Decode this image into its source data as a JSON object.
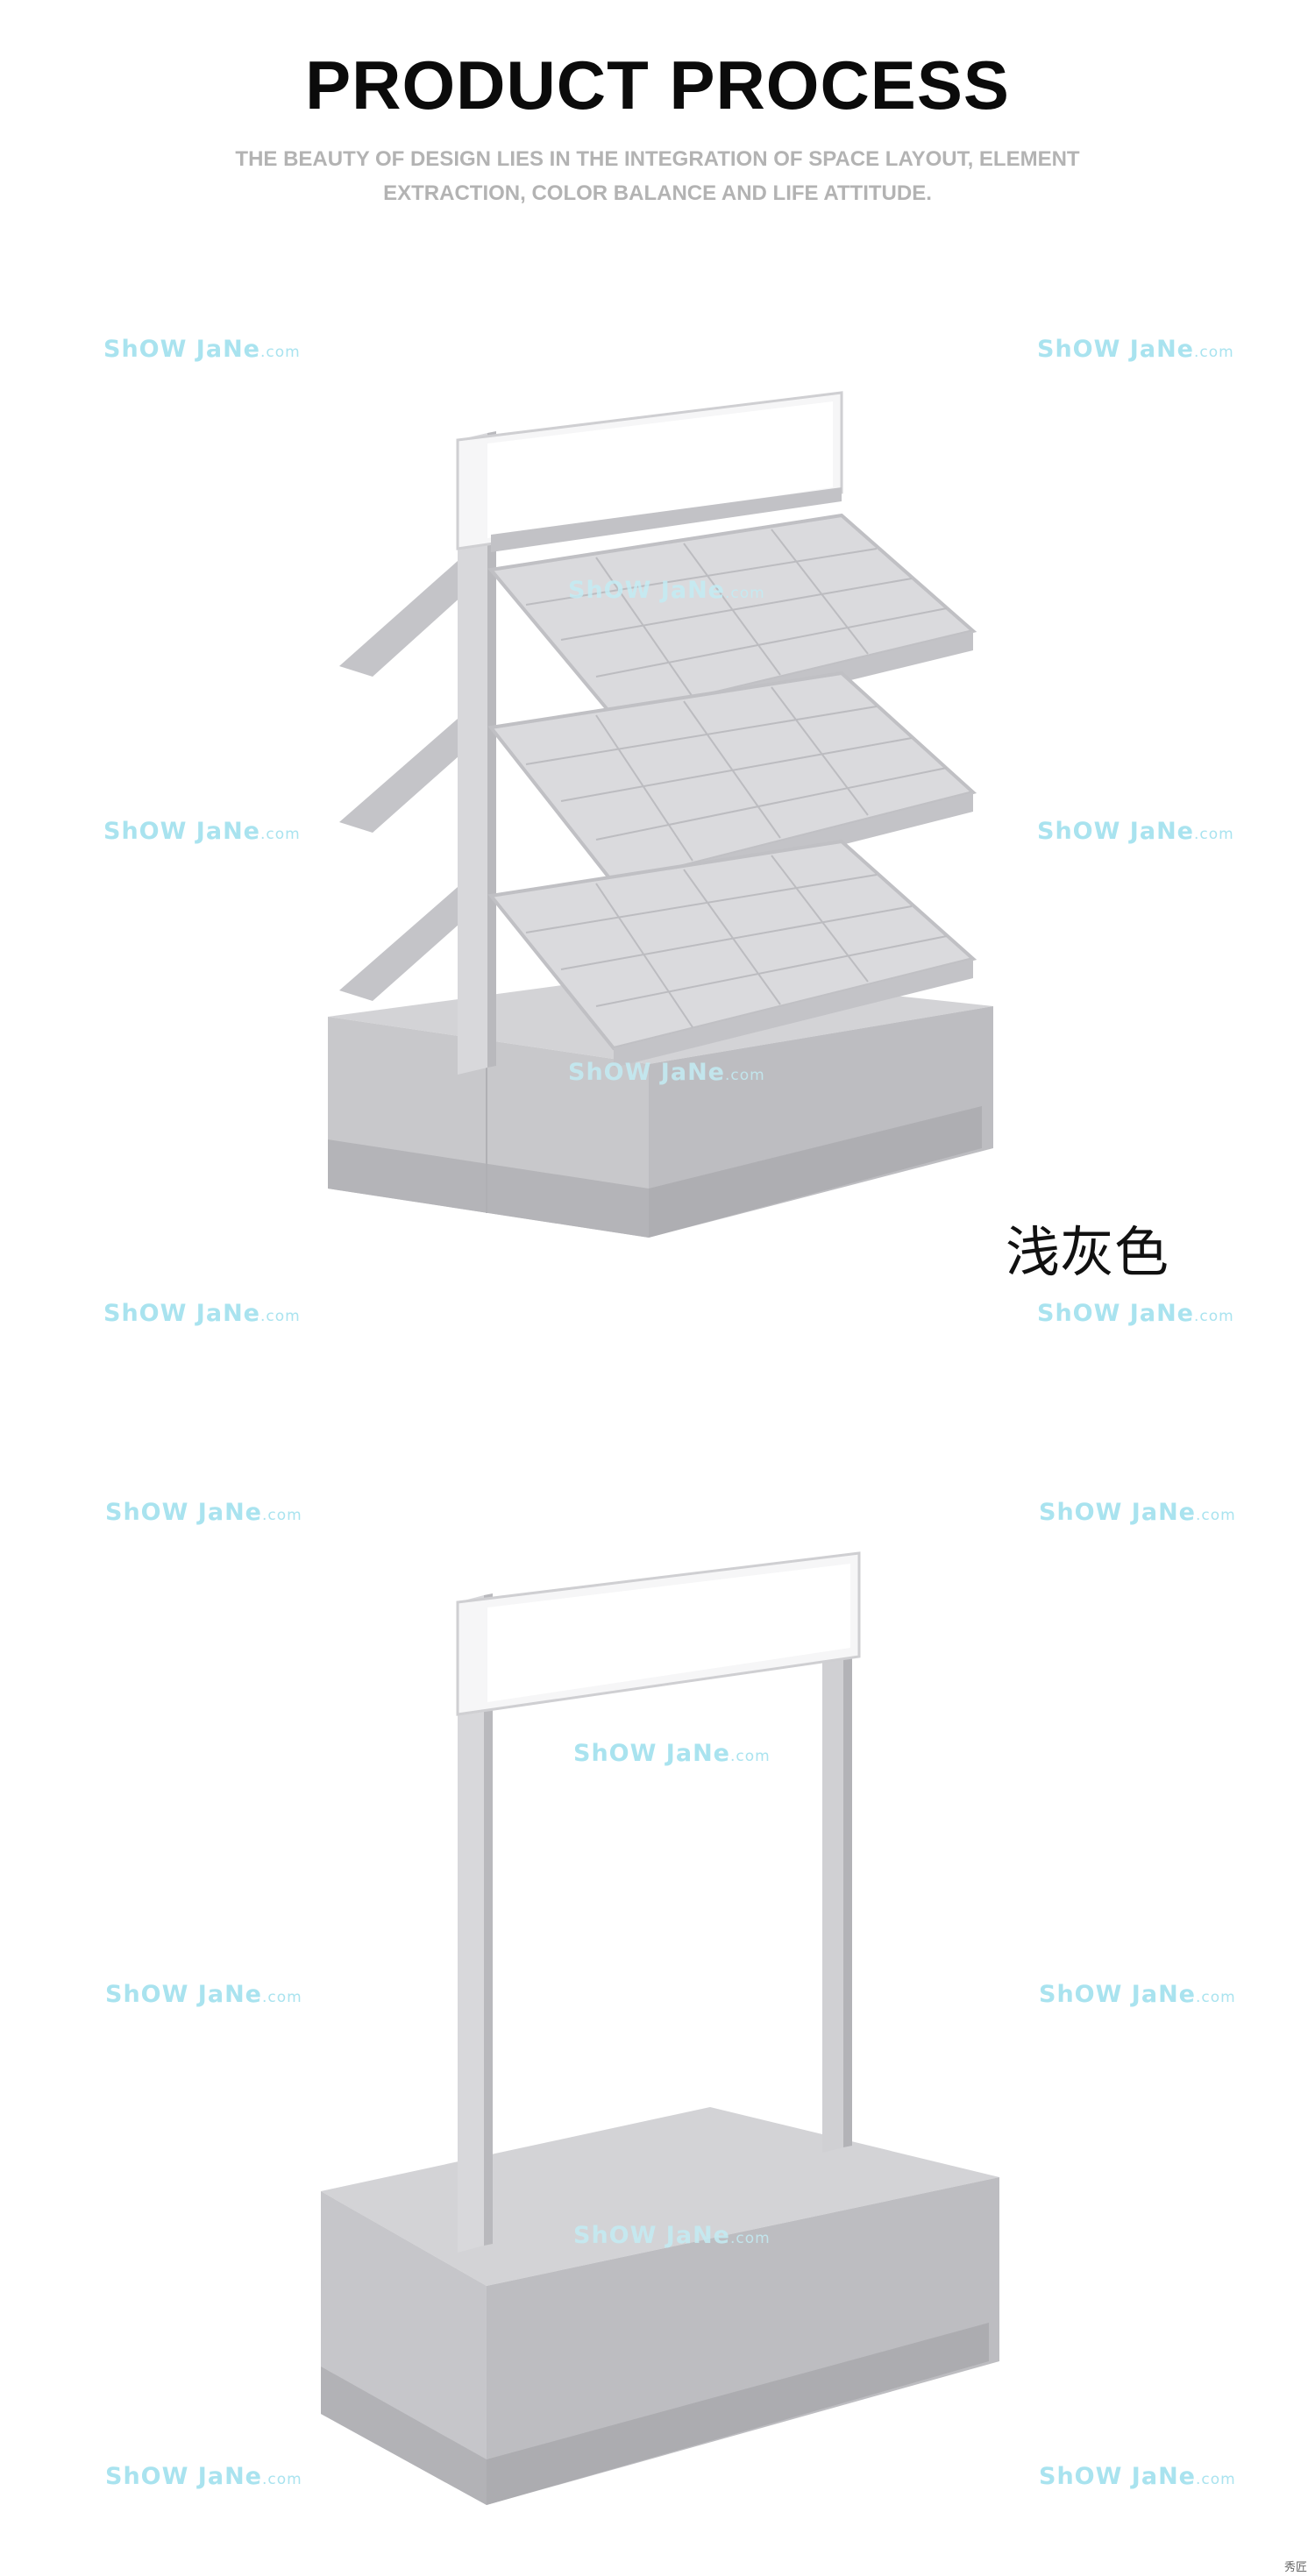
{
  "header": {
    "title": "PRODUCT PROCESS",
    "subtitle": "THE BEAUTY OF DESIGN LIES IN THE INTEGRATION OF SPACE LAYOUT, ELEMENT EXTRACTION, COLOR BALANCE AND LIFE ATTITUDE."
  },
  "watermark": {
    "brand": "ShOW JaNe",
    "suffix": ".com"
  },
  "product_1": {
    "color_label": "浅灰色"
  },
  "corner_mark": "秀匠",
  "colors": {
    "background": "#ffffff",
    "title": "#0b0b0b",
    "subtitle": "#b3b3b3",
    "watermark": "#a9e3ef",
    "product_gray": "#c9c9cc"
  }
}
